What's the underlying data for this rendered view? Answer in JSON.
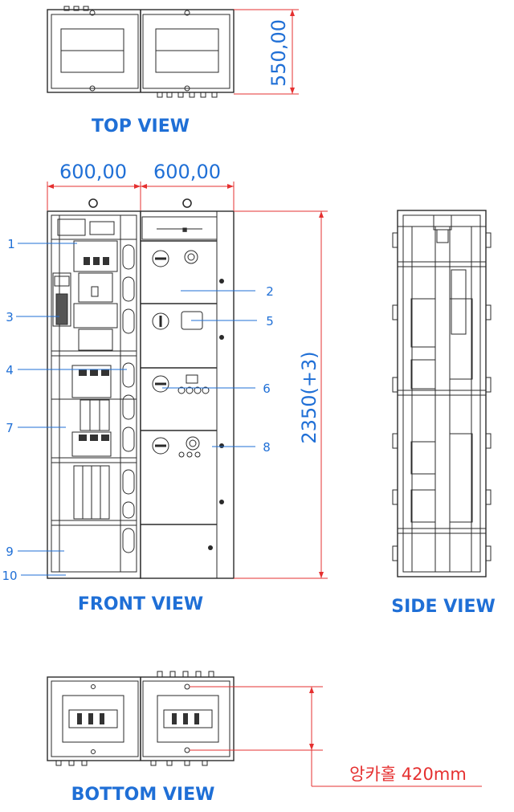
{
  "views": {
    "top": "TOP VIEW",
    "front": "FRONT VIEW",
    "side": "SIDE VIEW",
    "bottom": "BOTTOM VIEW"
  },
  "dimensions": {
    "top_depth": "550,00",
    "front_width_left": "600,00",
    "front_width_right": "600,00",
    "front_height": "2350(+3)",
    "anchor_holes": "앙카홀 420mm"
  },
  "callouts": [
    "1",
    "2",
    "3",
    "4",
    "5",
    "6",
    "7",
    "8",
    "9",
    "10"
  ],
  "colors": {
    "label_blue": "#1f6fd6",
    "dimension_red": "#e53030",
    "line_dark": "#2a2a2a"
  }
}
